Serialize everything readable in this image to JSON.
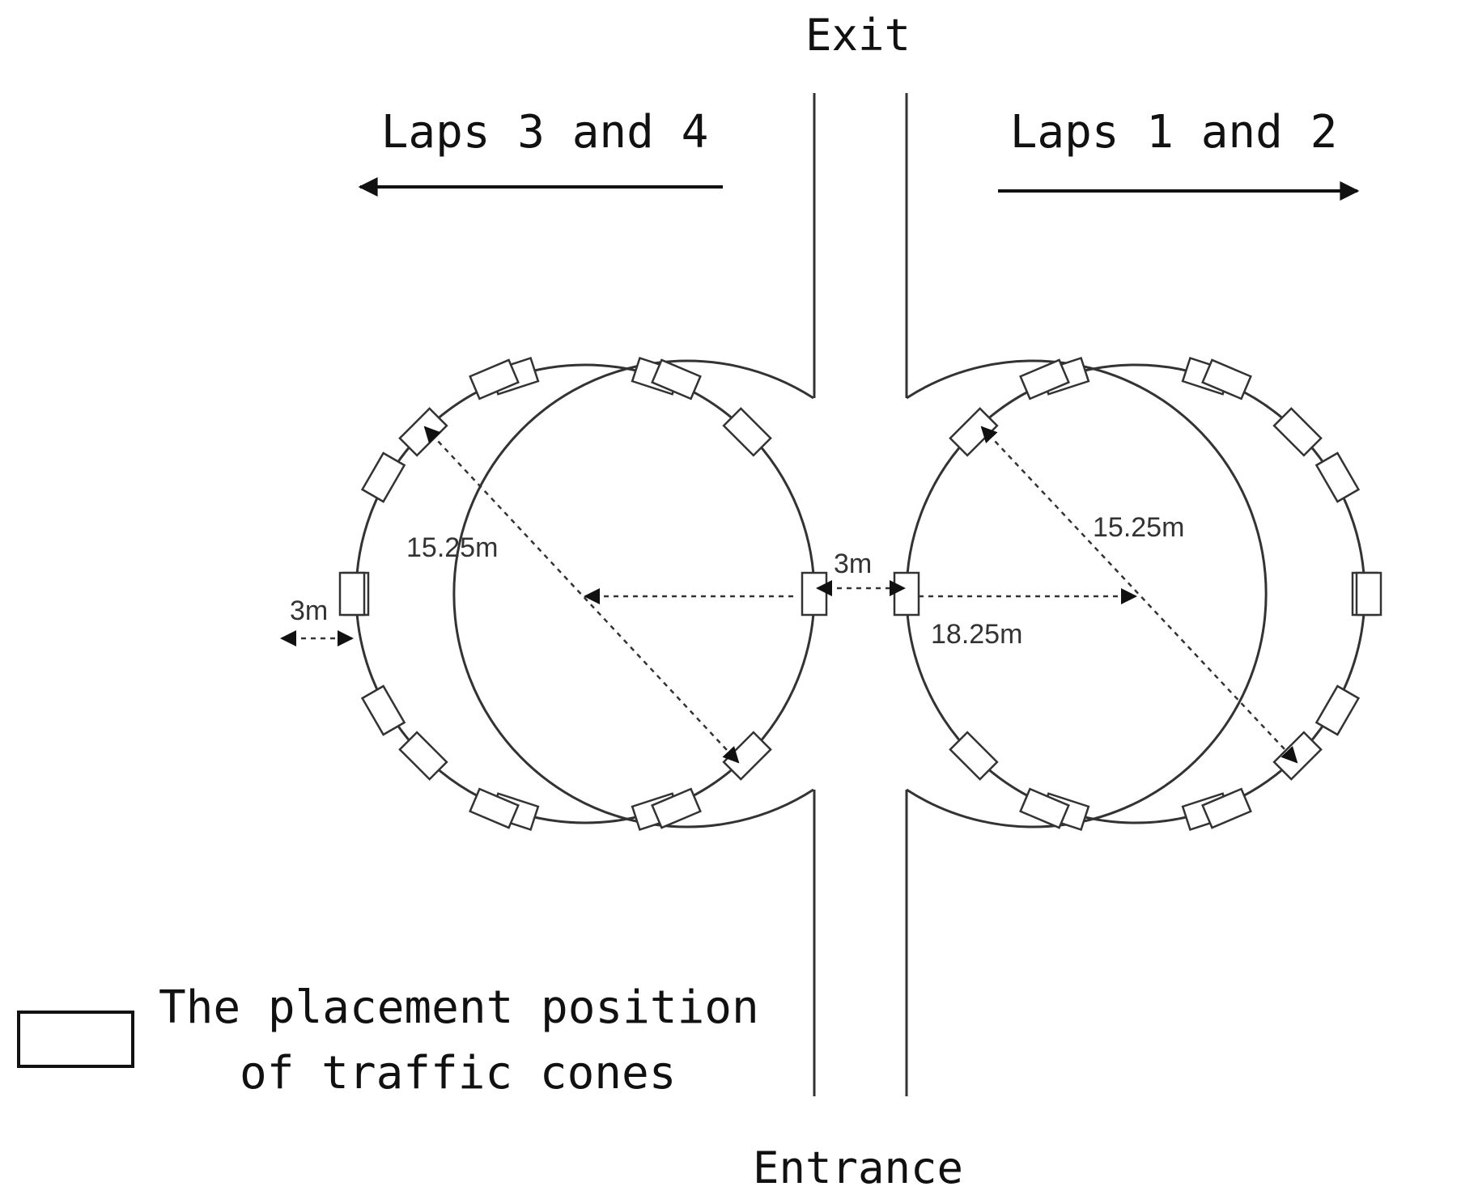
{
  "labels": {
    "exit": "Exit",
    "entrance": "Entrance",
    "laps_left": "Laps 3 and 4",
    "laps_right": "Laps 1 and 2"
  },
  "dimensions": {
    "left_diameter": "15.25m",
    "right_diameter": "15.25m",
    "lane_width": "3m",
    "gap_width": "3m",
    "radius_outer": "18.25m"
  },
  "legend": {
    "line1": "The placement position",
    "line2": "of traffic cones"
  },
  "icons": {
    "cone": "traffic-cone-marker",
    "arrow_left": "arrow-left-icon",
    "arrow_right": "arrow-right-icon"
  }
}
